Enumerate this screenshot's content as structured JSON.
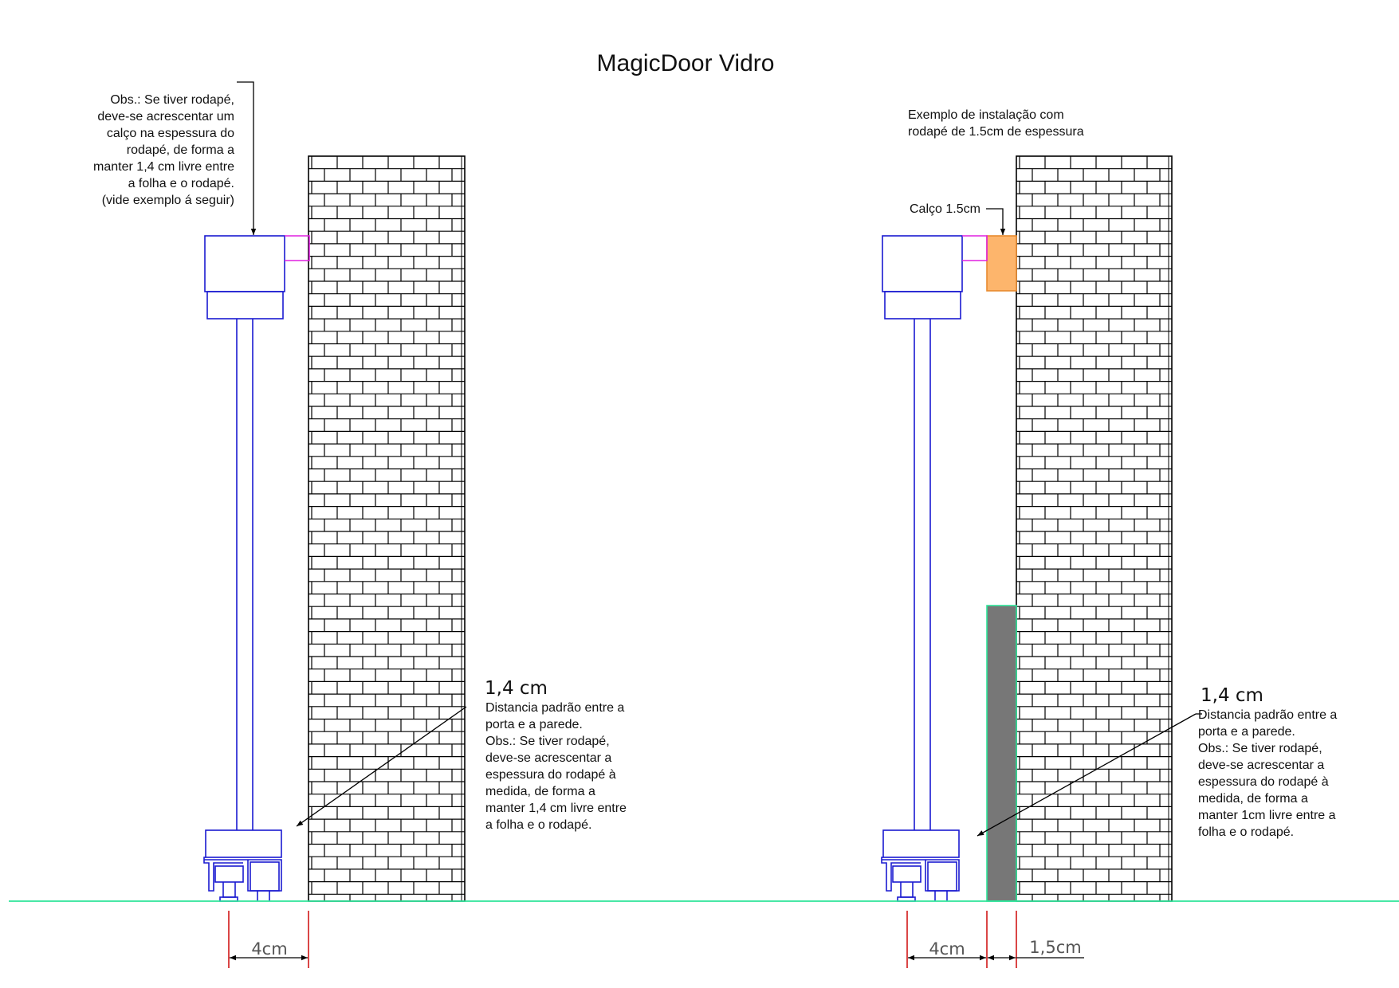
{
  "title": "MagicDoor Vidro",
  "left_panel": {
    "top_note": [
      "Obs.: Se tiver rodapé,",
      "deve-se acrescentar um",
      "calço na espessura do",
      "rodapé, de forma a",
      "manter 1,4 cm livre entre",
      "a folha e o rodapé.",
      "(vide exemplo á seguir)"
    ],
    "gap_label": "1,4 cm",
    "gap_note": [
      "Distancia padrão entre a",
      "porta e a parede.",
      "Obs.: Se tiver rodapé,",
      "deve-se acrescentar a",
      "espessura do rodapé à",
      "medida, de forma a",
      "manter 1,4 cm livre entre",
      "a folha e o rodapé."
    ],
    "dim_door": "4cm"
  },
  "right_panel": {
    "top_note": [
      "Exemplo de instalação com",
      "rodapé  de 1.5cm de espessura"
    ],
    "shim_label": "Calço 1.5cm",
    "gap_label": "1,4 cm",
    "gap_note": [
      "Distancia padrão entre a",
      "porta e a parede.",
      "Obs.: Se tiver rodapé,",
      "deve-se acrescentar a",
      "espessura do rodapé à",
      "medida, de forma a",
      "manter 1cm livre entre a",
      "folha e o rodapé."
    ],
    "dim_door": "4cm",
    "dim_baseboard": "1,5cm"
  },
  "colors": {
    "door": "#1a1ad0",
    "spacer": "#e020e0",
    "shim": "#fdb56c",
    "baseboard": "#777777",
    "floor": "#2ee59a",
    "dimension": "#d01818"
  }
}
